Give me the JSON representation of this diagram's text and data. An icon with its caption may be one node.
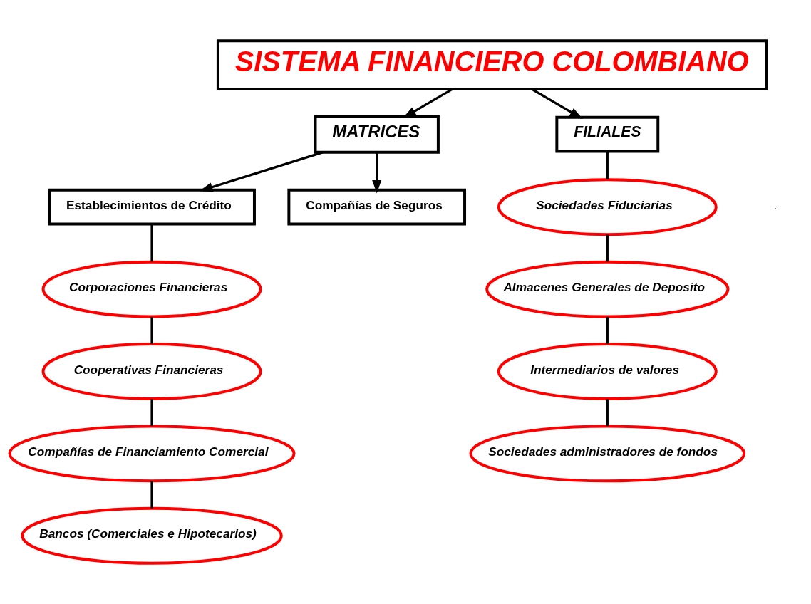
{
  "diagram": {
    "nodes": [
      {
        "text": [
          "SISTEMA FINANCIERO COLOMBIANO"
        ]
      },
      {
        "text": [
          "MATRICES"
        ]
      },
      {
        "text": [
          "FILIALES"
        ]
      },
      {
        "text": [
          "Establecimientos de Crédito"
        ]
      },
      {
        "text": [
          "Compañías de Seguros"
        ]
      },
      {
        "text": [
          "Sociedades Fiduciarias"
        ]
      },
      {
        "text": [
          "Corporaciones Financieras"
        ]
      },
      {
        "text": [
          "Almacenes Generales de Deposito"
        ]
      },
      {
        "text": [
          "Cooperativas Financieras"
        ]
      },
      {
        "text": [
          "Intermediarios de valores"
        ]
      },
      {
        "text": [
          "Compañías de Financiamiento Comercial"
        ]
      },
      {
        "text": [
          "Sociedades administradores de fondos"
        ]
      },
      {
        "text": [
          "Bancos (Comerciales e Hipotecarios)"
        ]
      }
    ],
    "edges": [
      {
        "from": 0,
        "to": 1,
        "arrow": "to"
      },
      {
        "from": 0,
        "to": 2,
        "arrow": "to"
      },
      {
        "from": 1,
        "to": 3,
        "arrow": "to"
      },
      {
        "from": 1,
        "to": 4,
        "arrow": "to"
      },
      {
        "from": 2,
        "to": 5,
        "arrow": "none"
      },
      {
        "from": 3,
        "to": 6,
        "arrow": "none"
      },
      {
        "from": 5,
        "to": 7,
        "arrow": "none"
      },
      {
        "from": 6,
        "to": 8,
        "arrow": "none"
      },
      {
        "from": 7,
        "to": 9,
        "arrow": "none"
      },
      {
        "from": 8,
        "to": 10,
        "arrow": "none"
      },
      {
        "from": 9,
        "to": 11,
        "arrow": "none"
      },
      {
        "from": 10,
        "to": 12,
        "arrow": "none"
      }
    ],
    "labels": [
      "."
    ]
  }
}
